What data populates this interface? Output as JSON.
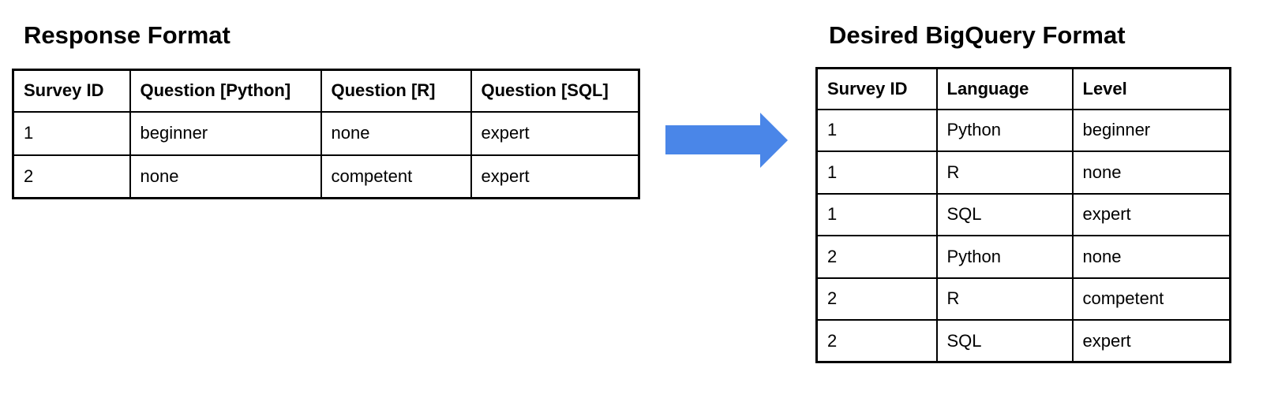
{
  "canvas": {
    "background": "#ffffff",
    "text_color": "#000000",
    "border_color": "#000000"
  },
  "response_table": {
    "title": "Response Format",
    "headers": [
      "Survey ID",
      "Question [Python]",
      "Question [R]",
      "Question [SQL]"
    ],
    "rows": [
      [
        "1",
        "beginner",
        "none",
        "expert"
      ],
      [
        "2",
        "none",
        "competent",
        "expert"
      ]
    ]
  },
  "arrow": {
    "direction": "right",
    "color": "#4a86e8"
  },
  "bigquery_table": {
    "title": "Desired BigQuery Format",
    "headers": [
      "Survey ID",
      "Language",
      "Level"
    ],
    "rows": [
      [
        "1",
        "Python",
        "beginner"
      ],
      [
        "1",
        "R",
        "none"
      ],
      [
        "1",
        "SQL",
        "expert"
      ],
      [
        "2",
        "Python",
        "none"
      ],
      [
        "2",
        "R",
        "competent"
      ],
      [
        "2",
        "SQL",
        "expert"
      ]
    ]
  }
}
